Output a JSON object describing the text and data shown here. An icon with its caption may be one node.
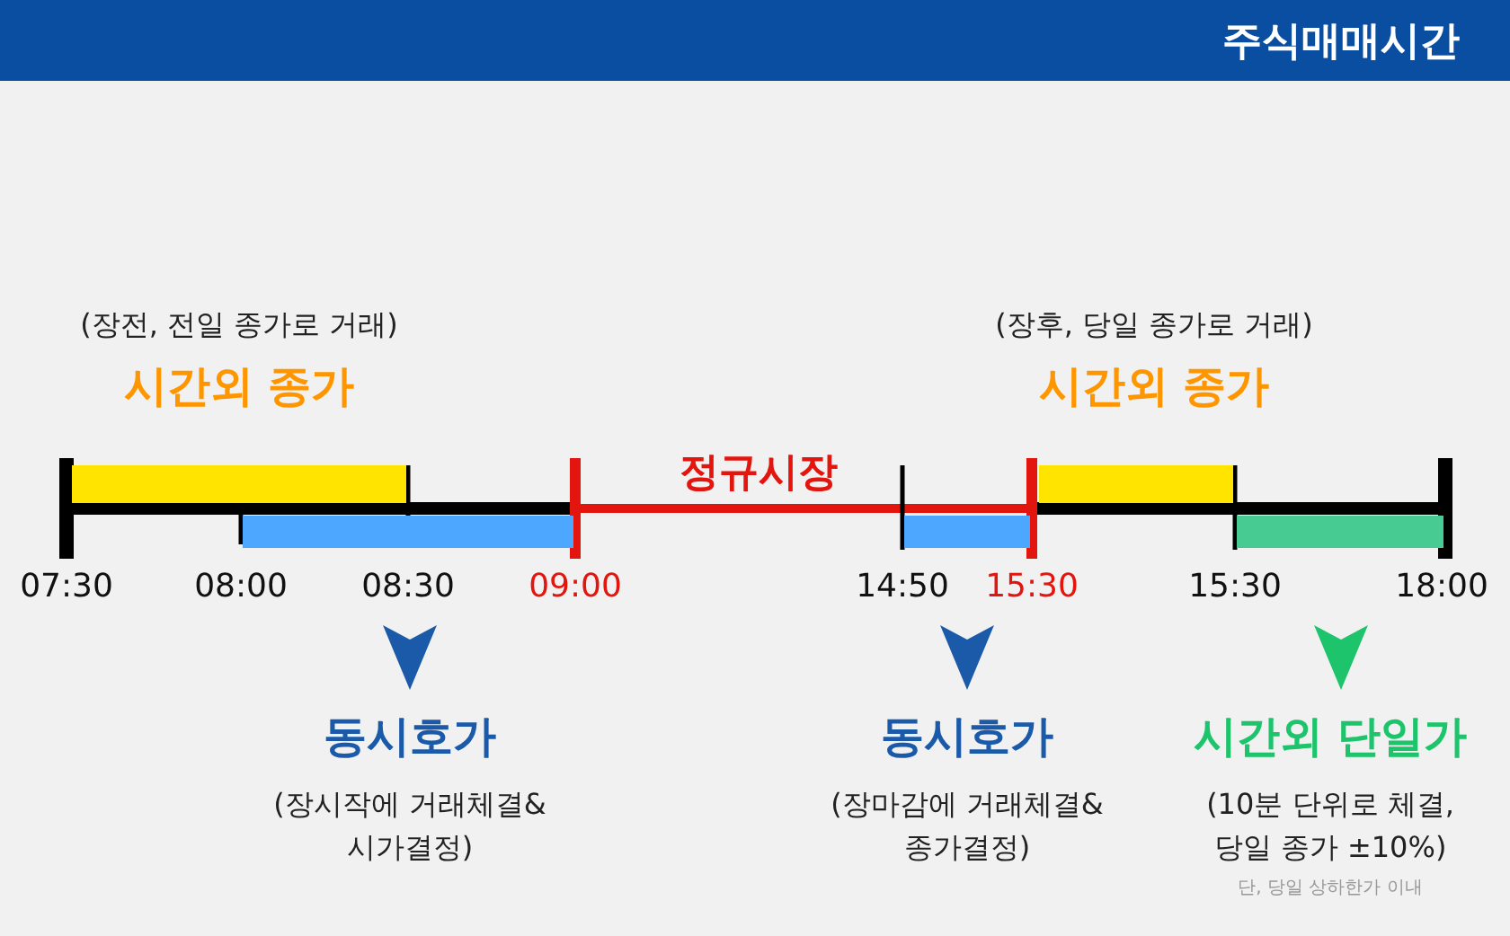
{
  "diagram": {
    "title": "주식매매시간",
    "nodes": [
      {
        "text": [],
        "shape": "bar",
        "beside": [
          "(장전, 전일 종가로 거래)",
          "시간외 종가"
        ]
      },
      {
        "text": [],
        "shape": "bar"
      },
      {
        "text": [],
        "shape": "bar"
      },
      {
        "text": [],
        "shape": "bar",
        "beside": [
          "(장후, 당일 종가로 거래)",
          "시간외 종가"
        ]
      },
      {
        "text": [],
        "shape": "bar"
      },
      {
        "text": [
          "동시호가",
          "(장시작에 거래체결&시가결정)"
        ]
      },
      {
        "text": [
          "동시호가",
          "(장마감에 거래체결&종가결정)"
        ]
      },
      {
        "text": [
          "시간외 단일가",
          "(10분 단위로 체결, 당일 종가 ±10%)",
          "단, 당일 상하한가 이내"
        ]
      }
    ],
    "labels": [
      "정규시장",
      "07:30",
      "08:00",
      "08:30",
      "09:00",
      "14:50",
      "15:30",
      "15:30",
      "18:00"
    ]
  }
}
